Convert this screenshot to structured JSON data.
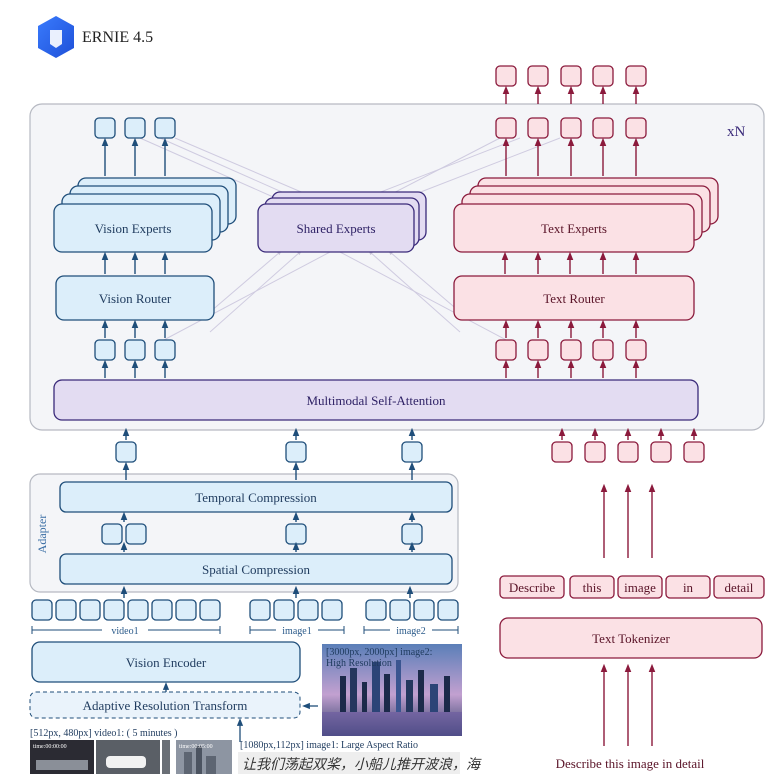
{
  "brand": {
    "name": "ERNIE 4.5"
  },
  "repeat_label": "xN",
  "vision_experts": "Vision Experts",
  "shared_experts": "Shared Experts",
  "text_experts": "Text Experts",
  "vision_router": "Vision Router",
  "text_router": "Text Router",
  "attention": "Multimodal Self-Attention",
  "adapter": {
    "title": "Adapter",
    "temporal": "Temporal Compression",
    "spatial": "Spatial Compression"
  },
  "groups": {
    "video1": "video1",
    "image1": "image1",
    "image2": "image2"
  },
  "vision_encoder": "Vision Encoder",
  "adaptive_transform": "Adaptive Resolution Transform",
  "captions": {
    "video1": "[512px, 480px] video1: ( 5 minutes )",
    "image1": "[1080px,112px] image1: Large Aspect Ratio",
    "image2_line1": "[3000px, 2000px] image2:",
    "image2_line2": "High Resolution",
    "time1": "time:00:00:00",
    "time2": "time:00:05:00"
  },
  "handwriting": "让我们荡起双桨，小船儿推开波浪，海",
  "tokens": [
    "Describe",
    "this",
    "image",
    "in",
    "detail"
  ],
  "text_tokenizer": "Text Tokenizer",
  "prompt": "Describe this image in detail",
  "colors": {
    "blue_fill": "#dceefa",
    "blue_stroke": "#1f4e7a",
    "pink_fill": "#fbe1e5",
    "pink_stroke": "#8b1a3c",
    "purple_fill": "#e3dcf2",
    "purple_stroke": "#3a2a7a"
  }
}
